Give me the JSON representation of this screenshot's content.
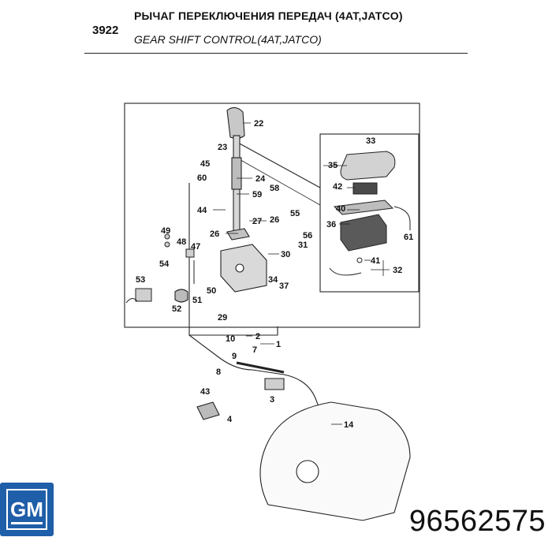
{
  "header": {
    "code": "3922",
    "title_ru": "РЫЧАГ ПЕРЕКЛЮЧЕНИЯ ПЕРЕДАЧ (4AT,JATCO)",
    "title_en": "GEAR SHIFT CONTROL(4AT,JATCO)"
  },
  "diagram": {
    "callouts": [
      "22",
      "23",
      "45",
      "60",
      "24",
      "59",
      "58",
      "44",
      "27",
      "26",
      "49",
      "48",
      "47",
      "26",
      "55",
      "56",
      "31",
      "30",
      "54",
      "53",
      "50",
      "51",
      "52",
      "34",
      "37",
      "29",
      "2",
      "1",
      "10",
      "7",
      "9",
      "8",
      "3",
      "43",
      "4",
      "14",
      "33",
      "35",
      "42",
      "40",
      "36",
      "41",
      "32",
      "61"
    ]
  },
  "footer": {
    "logo_text": "GM",
    "part_number": "96562575"
  },
  "colors": {
    "logo_blue": "#1f5ea8",
    "line": "#222222"
  }
}
